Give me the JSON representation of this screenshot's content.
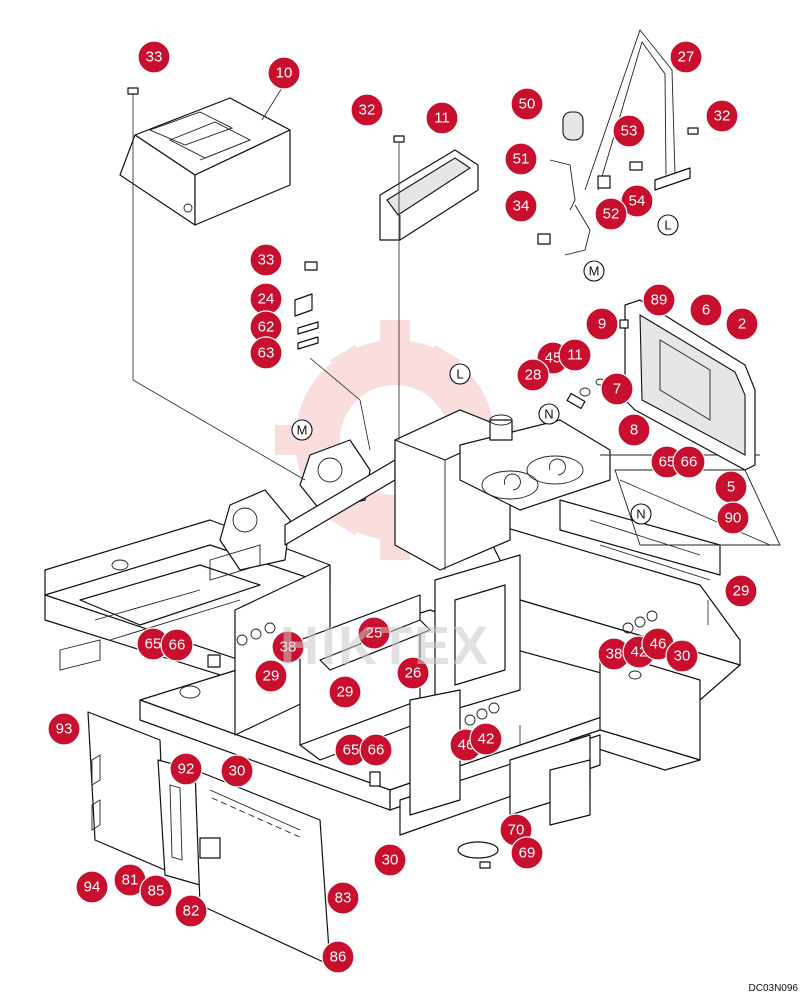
{
  "diagram": {
    "drawing_code": "DC03N096",
    "watermark_text": "HIKTEX",
    "reference_letters": [
      {
        "id": "ref-M-1",
        "label": "M"
      },
      {
        "id": "ref-M-2",
        "label": "M"
      },
      {
        "id": "ref-L-1",
        "label": "L"
      },
      {
        "id": "ref-L-2",
        "label": "L"
      },
      {
        "id": "ref-N-1",
        "label": "N"
      },
      {
        "id": "ref-N-2",
        "label": "N"
      }
    ],
    "callouts": [
      "33",
      "10",
      "32",
      "11",
      "50",
      "27",
      "32",
      "53",
      "51",
      "54",
      "52",
      "34",
      "33",
      "24",
      "62",
      "63",
      "89",
      "6",
      "2",
      "9",
      "45",
      "11",
      "28",
      "7",
      "8",
      "65",
      "66",
      "5",
      "90",
      "29",
      "25",
      "26",
      "65",
      "66",
      "38",
      "29",
      "38",
      "42",
      "46",
      "30",
      "29",
      "46",
      "42",
      "65",
      "66",
      "92",
      "93",
      "30",
      "70",
      "69",
      "30",
      "94",
      "81",
      "85",
      "82",
      "83",
      "86"
    ]
  },
  "colors": {
    "callout_fill": "#c8102e",
    "line": "#111111",
    "watermark": "#f2b3b3"
  }
}
